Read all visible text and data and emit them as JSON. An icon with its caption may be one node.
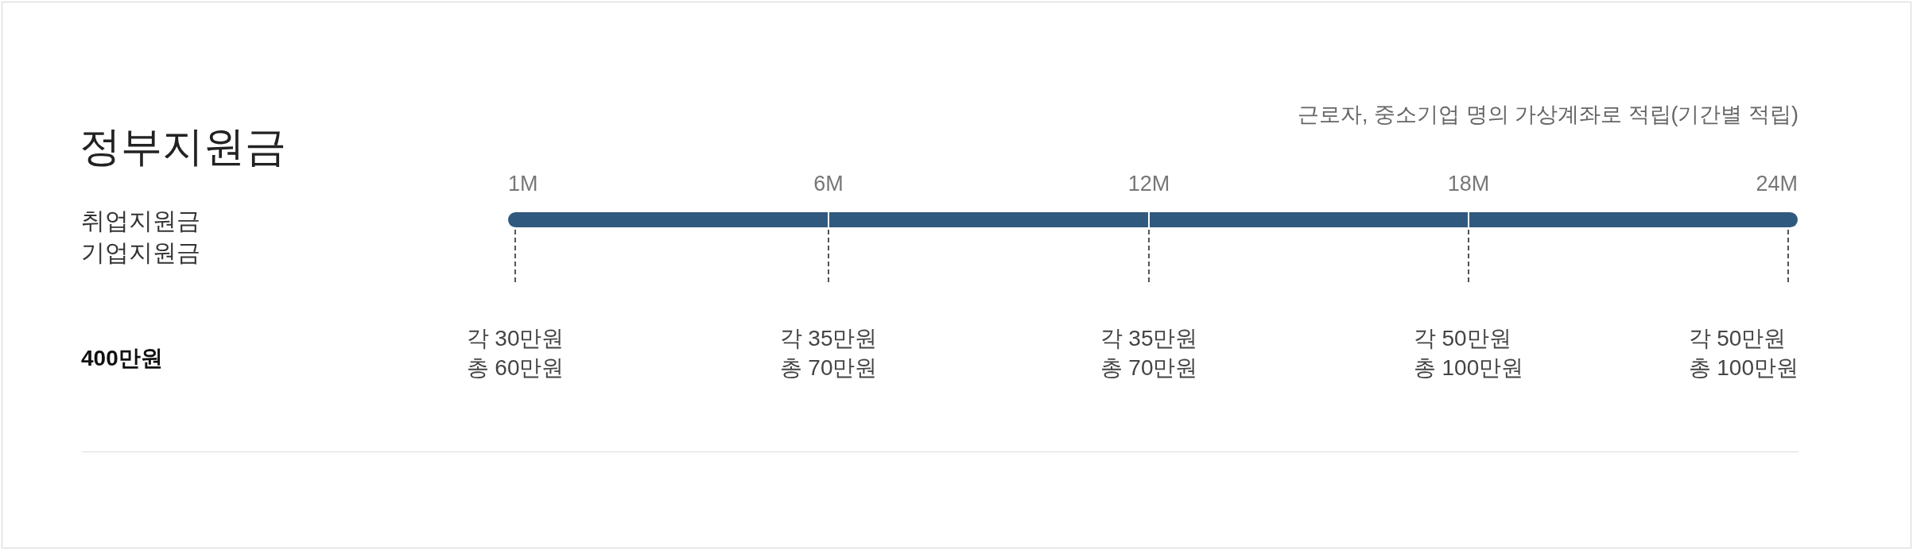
{
  "diagram": {
    "title": "정부지원금",
    "labels": [
      "근로자, 중소기업 명의 가상계좌로 적립(기간별 적립)",
      "1M",
      "6M",
      "12M",
      "18M",
      "24M",
      "취업지원금",
      "기업지원금",
      "400만원",
      "각 30만원",
      "총 60만원",
      "각 35만원",
      "총 70만원",
      "각 35만원",
      "총 70만원",
      "각 50만원",
      "총 100만원",
      "각 50만원",
      "총 100만원"
    ]
  }
}
